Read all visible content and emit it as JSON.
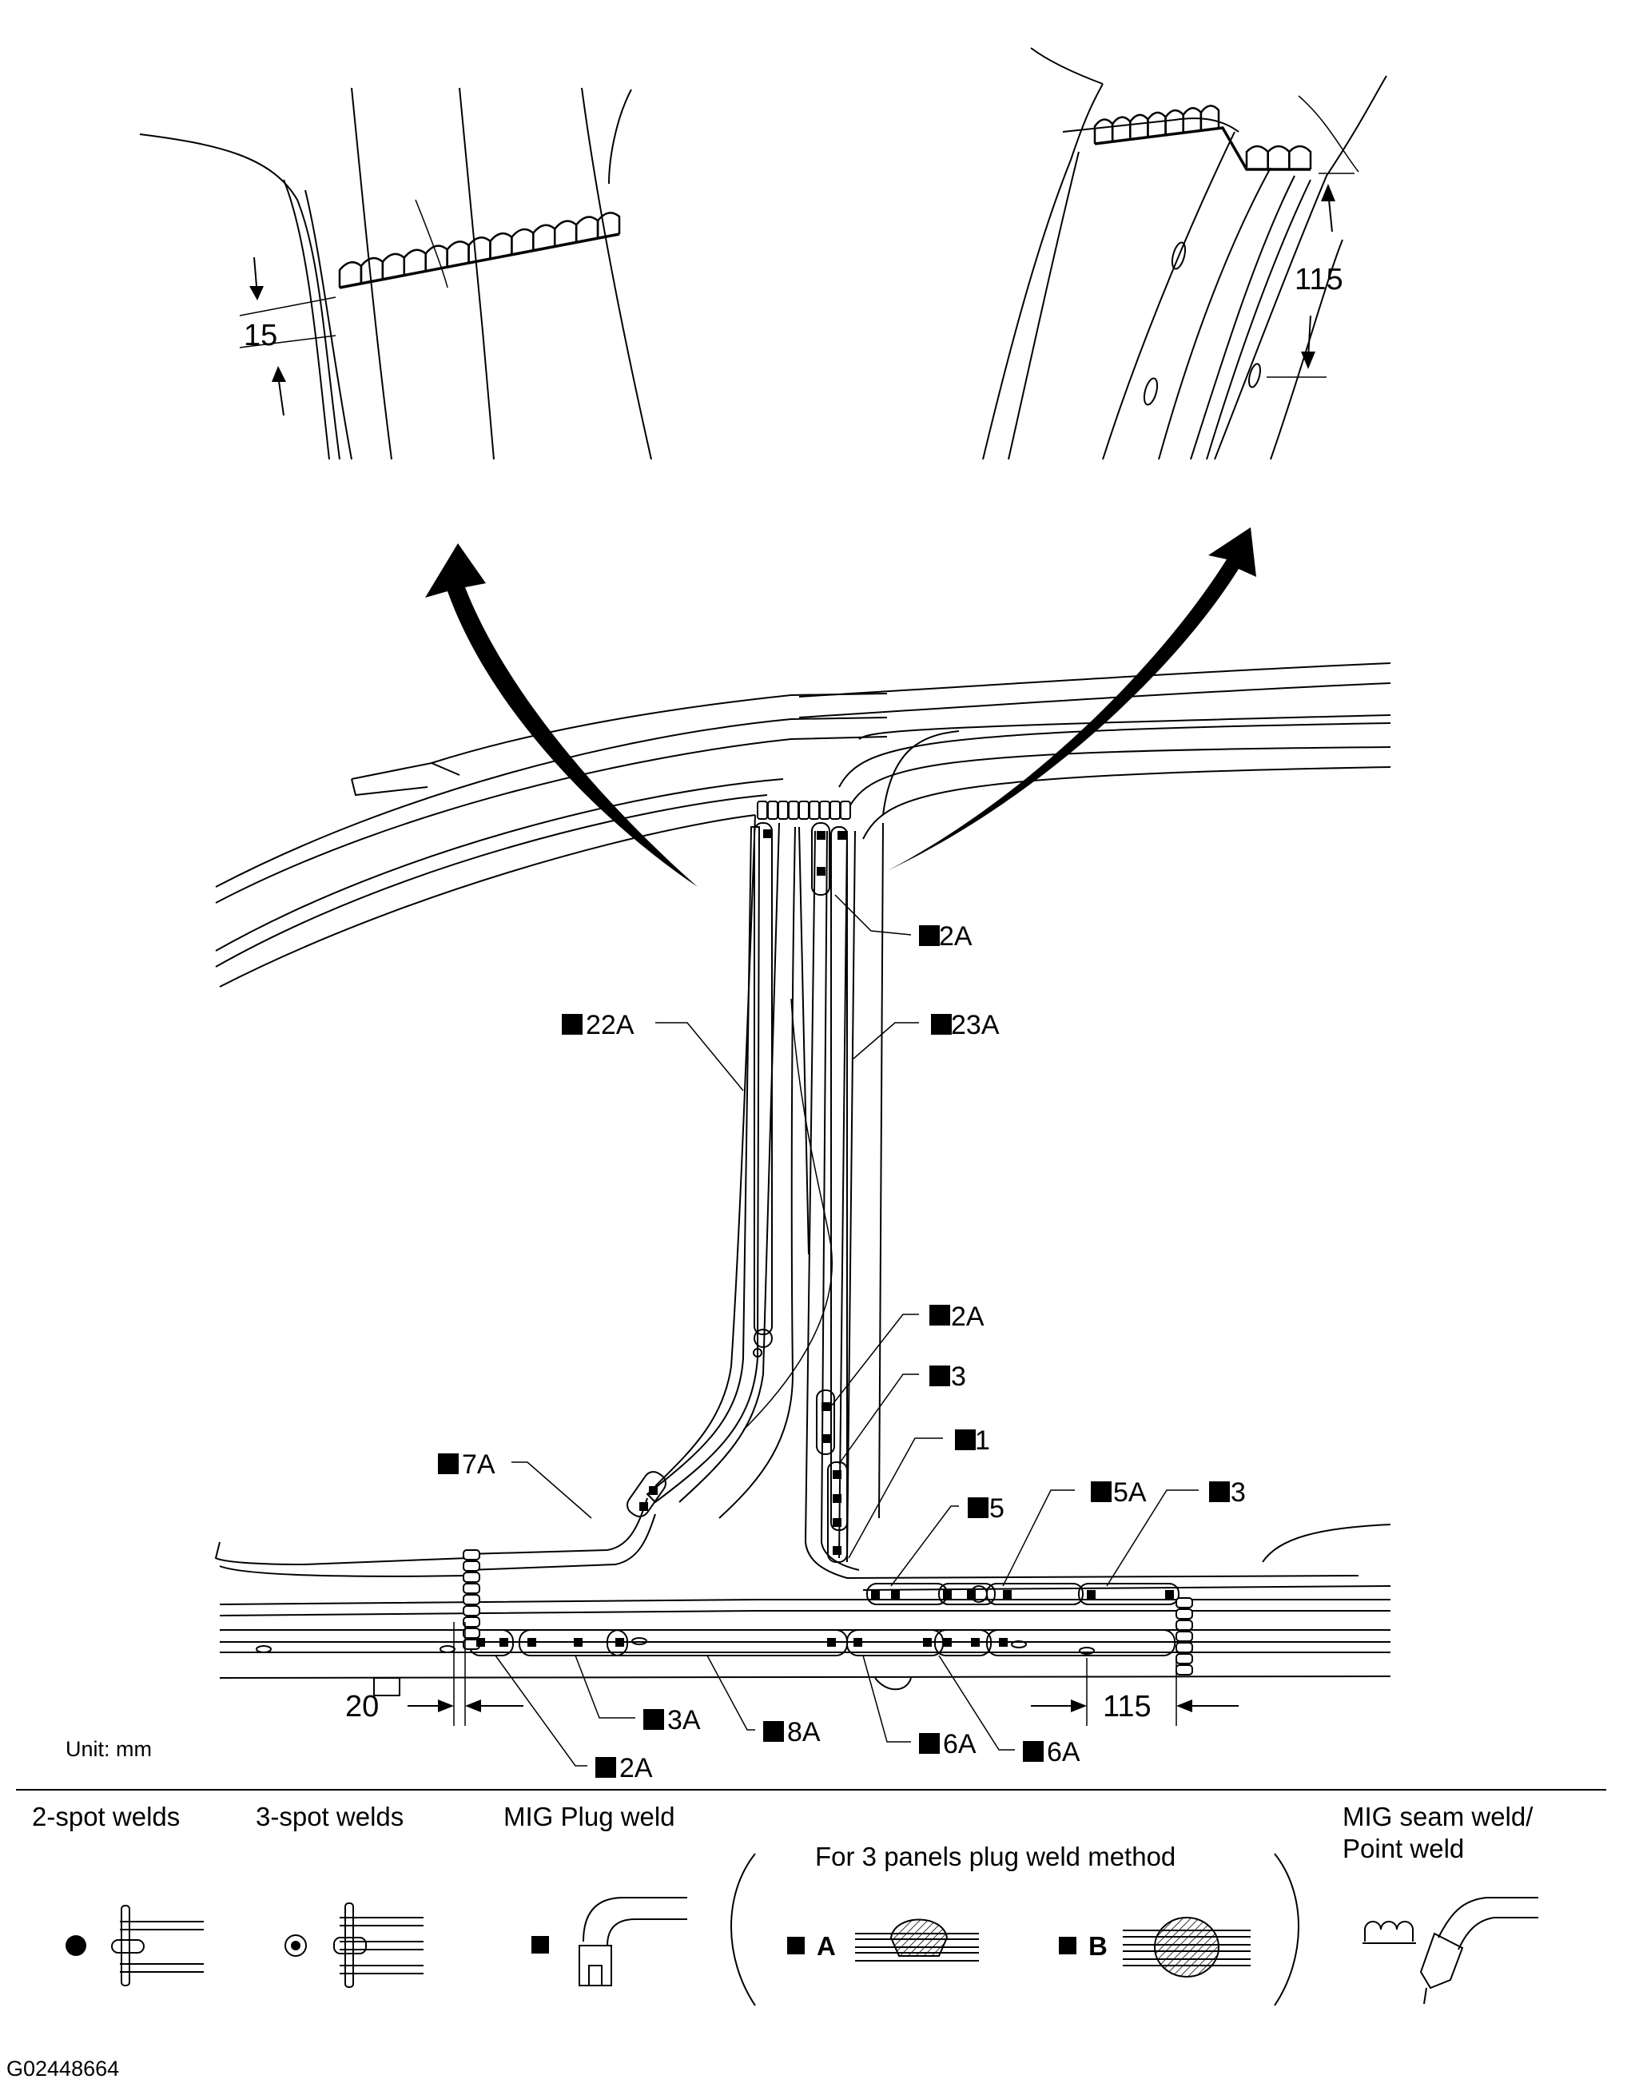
{
  "detail_left": {
    "dimension": "15"
  },
  "detail_right": {
    "dimension": "115"
  },
  "callouts": {
    "top_2a": "2A",
    "rail_22a": "22A",
    "rail_23a": "23A",
    "mid_2a": "2A",
    "mid_3": "3",
    "mid_1": "1",
    "left_7a": "7A",
    "sill_5": "5",
    "sill_5a": "5A",
    "sill_3_right": "3",
    "bottom_3a": "3A",
    "bottom_8a": "8A",
    "bottom_2a": "2A",
    "bottom_6a_left": "6A",
    "bottom_6a_right": "6A"
  },
  "dimensions": {
    "left_offset": "20",
    "right_offset": "115"
  },
  "unit_note": "Unit: mm",
  "legend": {
    "two_spot": "2-spot welds",
    "three_spot": "3-spot welds",
    "mig_plug": "MIG Plug weld",
    "three_panels_title": "For 3 panels plug weld method",
    "method_a": "A",
    "method_b": "B",
    "mig_seam_line1": "MIG seam weld/",
    "mig_seam_line2": "Point weld"
  },
  "figure_id": "G02448664"
}
